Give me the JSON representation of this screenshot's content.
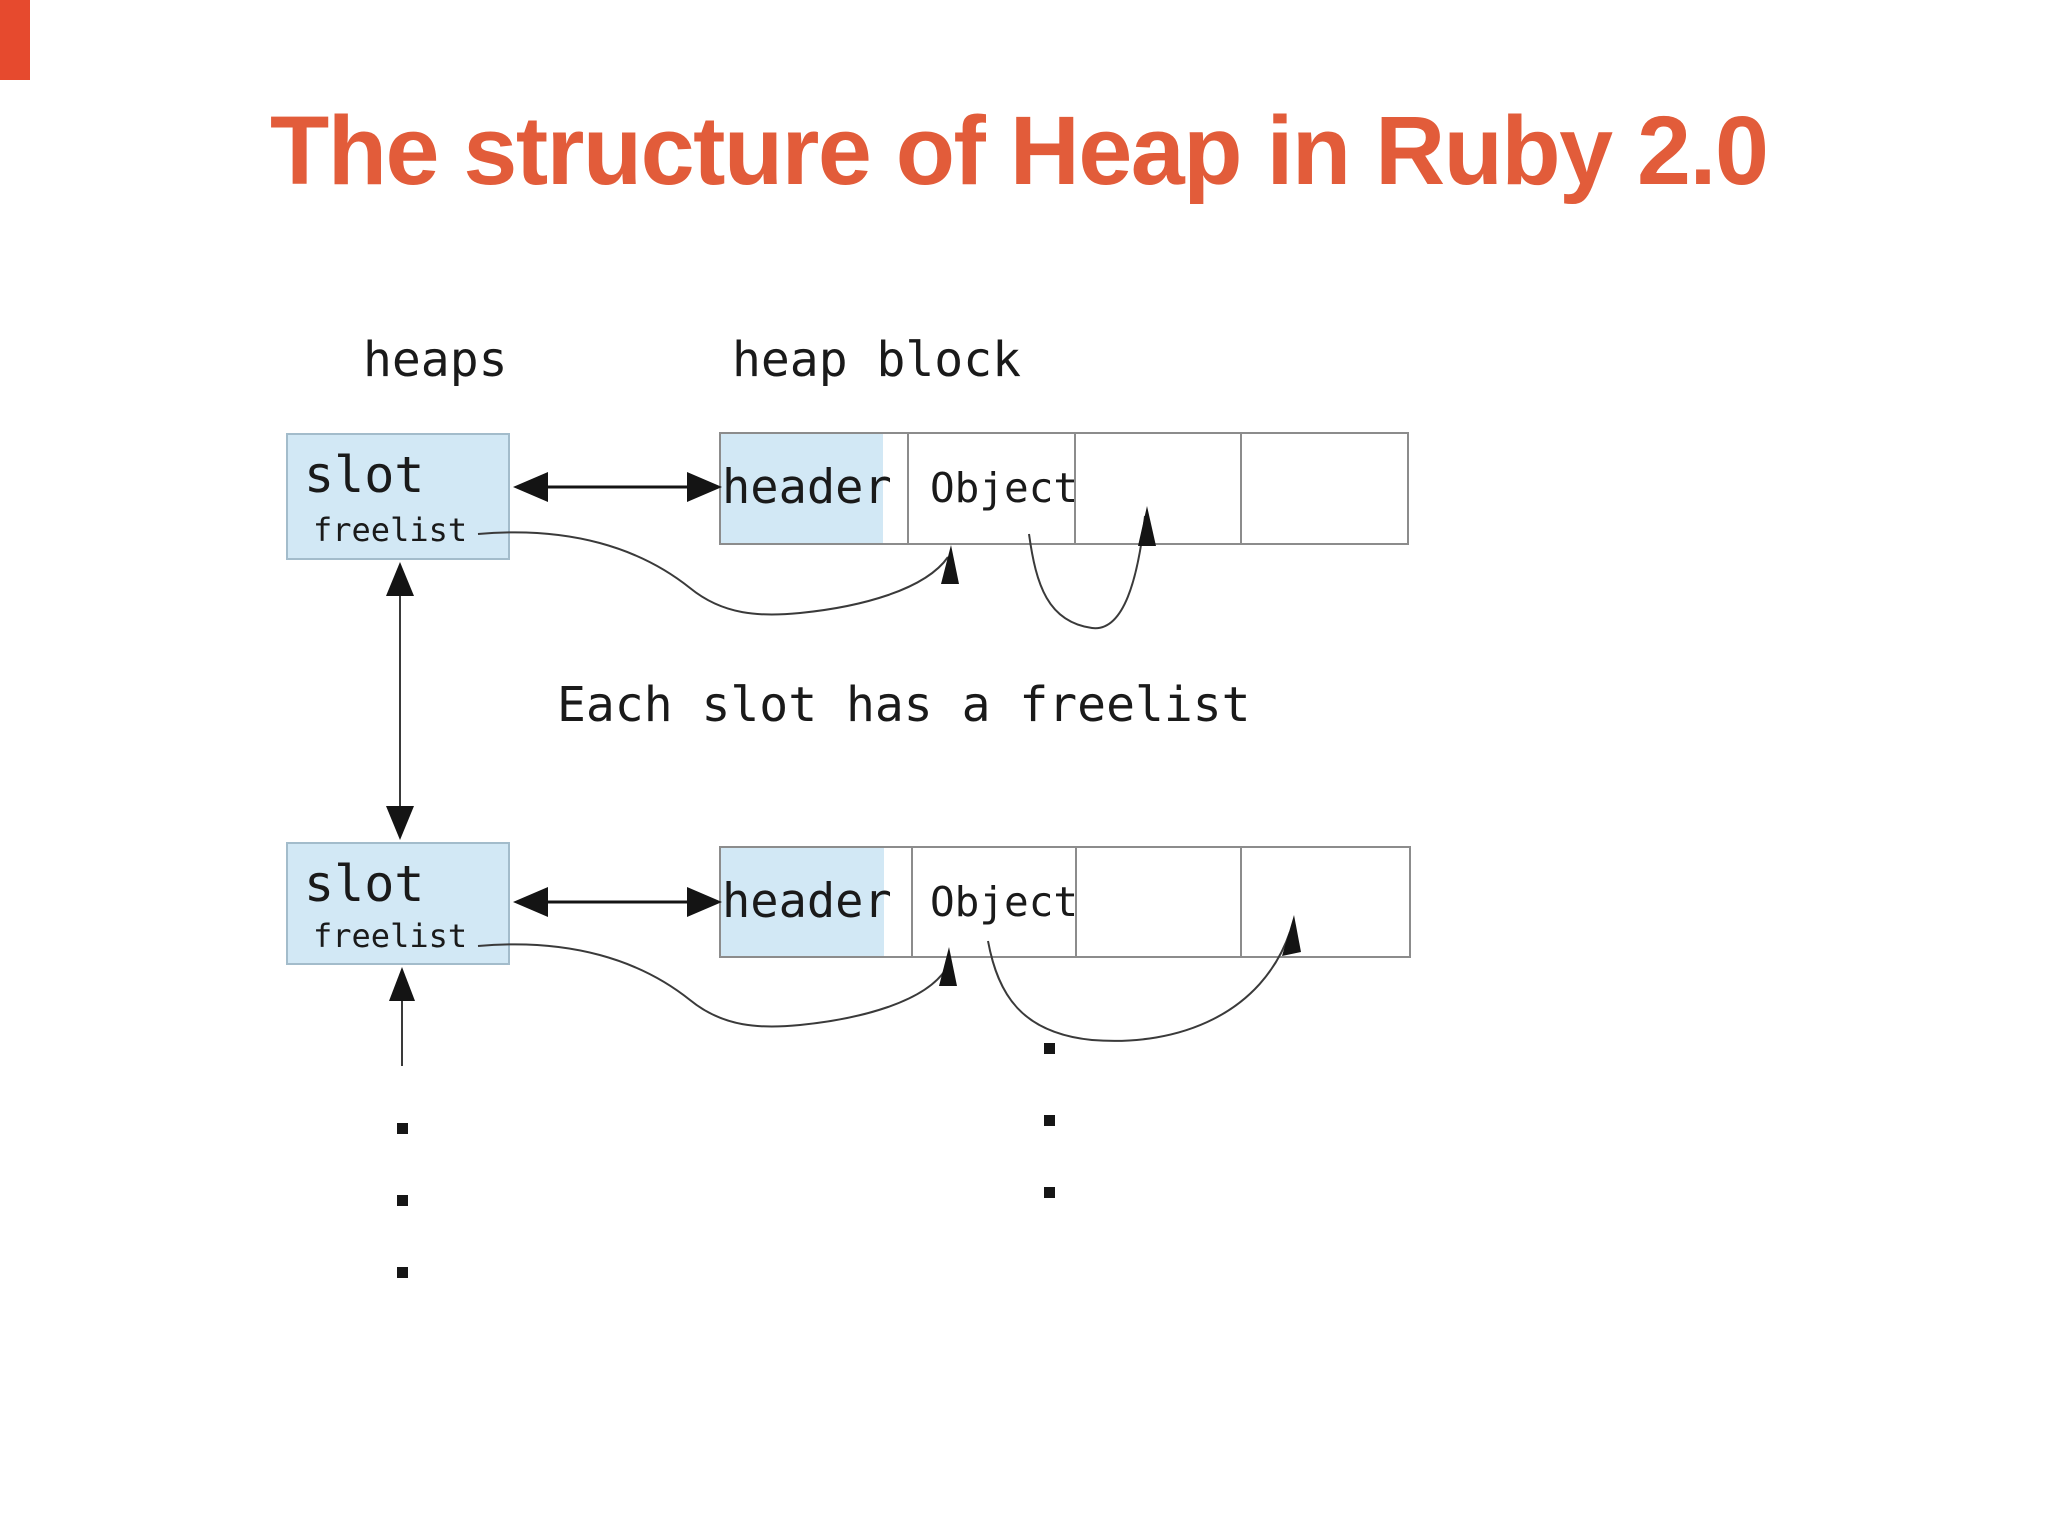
{
  "slide": {
    "title": "The structure of Heap in Ruby 2.0"
  },
  "labels": {
    "heaps": "heaps",
    "heap_block": "heap block",
    "annotation": "Each slot has a freelist"
  },
  "slots": [
    {
      "label": "slot",
      "sublabel": "freelist"
    },
    {
      "label": "slot",
      "sublabel": "freelist"
    }
  ],
  "heap_rows": [
    {
      "cells": [
        "header",
        "Object",
        "",
        ""
      ]
    },
    {
      "cells": [
        "header",
        "Object",
        "",
        ""
      ]
    }
  ],
  "colors": {
    "title_orange": "#e25c3a",
    "accent_bar_red": "#e64a2e",
    "box_fill_blue": "#d2e8f5",
    "box_border": "#a3bccb",
    "row_border": "#8c8c8c",
    "curve_line": "#3a3a3a",
    "arrow_black": "#141414",
    "text": "#1a1a1a"
  }
}
